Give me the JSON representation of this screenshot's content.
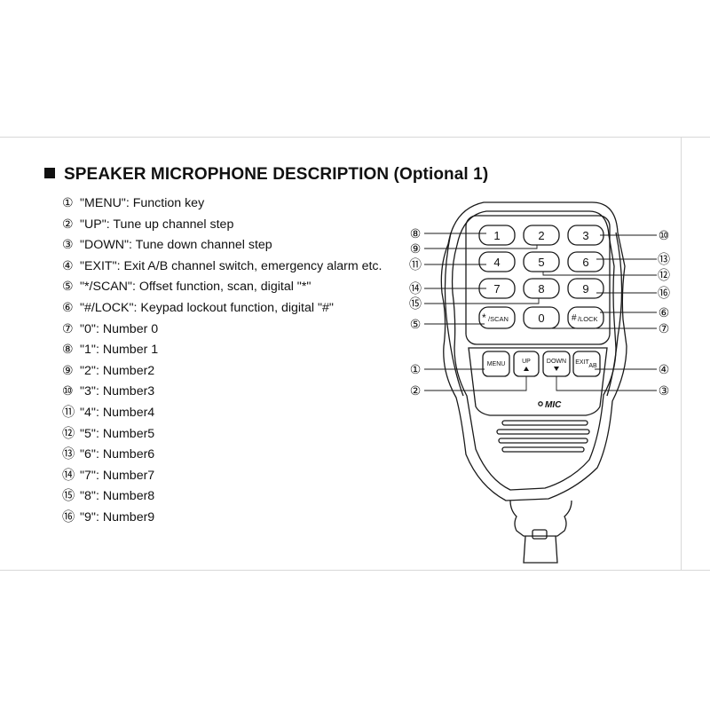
{
  "title": "SPEAKER MICROPHONE DESCRIPTION (Optional 1)",
  "items": [
    {
      "num": "①",
      "text": "\"MENU\": Function key"
    },
    {
      "num": "②",
      "text": "\"UP\": Tune up channel step"
    },
    {
      "num": "③",
      "text": "\"DOWN\": Tune down channel step"
    },
    {
      "num": "④",
      "text": "\"EXIT\": Exit A/B channel switch, emergency alarm etc."
    },
    {
      "num": "⑤",
      "text": "\"*/SCAN\": Offset function, scan, digital \"*\""
    },
    {
      "num": "⑥",
      "text": "\"#/LOCK\": Keypad lockout function, digital \"#\""
    },
    {
      "num": "⑦",
      "text": "\"0\": Number 0"
    },
    {
      "num": "⑧",
      "text": "\"1\": Number 1"
    },
    {
      "num": "⑨",
      "text": "\"2\": Number2"
    },
    {
      "num": "⑩",
      "text": "\"3\": Number3"
    },
    {
      "num": "⑪",
      "text": "\"4\": Number4"
    },
    {
      "num": "⑫",
      "text": "\"5\": Number5"
    },
    {
      "num": "⑬",
      "text": "\"6\": Number6"
    },
    {
      "num": "⑭",
      "text": "\"7\": Number7"
    },
    {
      "num": "⑮",
      "text": "\"8\": Number8"
    },
    {
      "num": "⑯",
      "text": "\"9\": Number9"
    }
  ],
  "mic": {
    "keys": {
      "k1": "1",
      "k2": "2",
      "k3": "3",
      "k4": "4",
      "k5": "5",
      "k6": "6",
      "k7": "7",
      "k8": "8",
      "k9": "9",
      "star_main": "*",
      "star_sub": "/SCAN",
      "k0": "0",
      "hash_main": "#",
      "hash_sub": "/LOCK"
    },
    "func_keys": {
      "menu": "MENU",
      "up": "UP",
      "down": "DOWN",
      "exit_main": "EXIT",
      "exit_sub": "AB"
    },
    "mic_label": "MIC",
    "callouts": {
      "c1": "①",
      "c2": "②",
      "c3": "③",
      "c4": "④",
      "c5": "⑤",
      "c6": "⑥",
      "c7": "⑦",
      "c8": "⑧",
      "c9": "⑨",
      "c10": "⑩",
      "c11": "⑪",
      "c12": "⑫",
      "c13": "⑬",
      "c14": "⑭",
      "c15": "⑮",
      "c16": "⑯"
    }
  }
}
